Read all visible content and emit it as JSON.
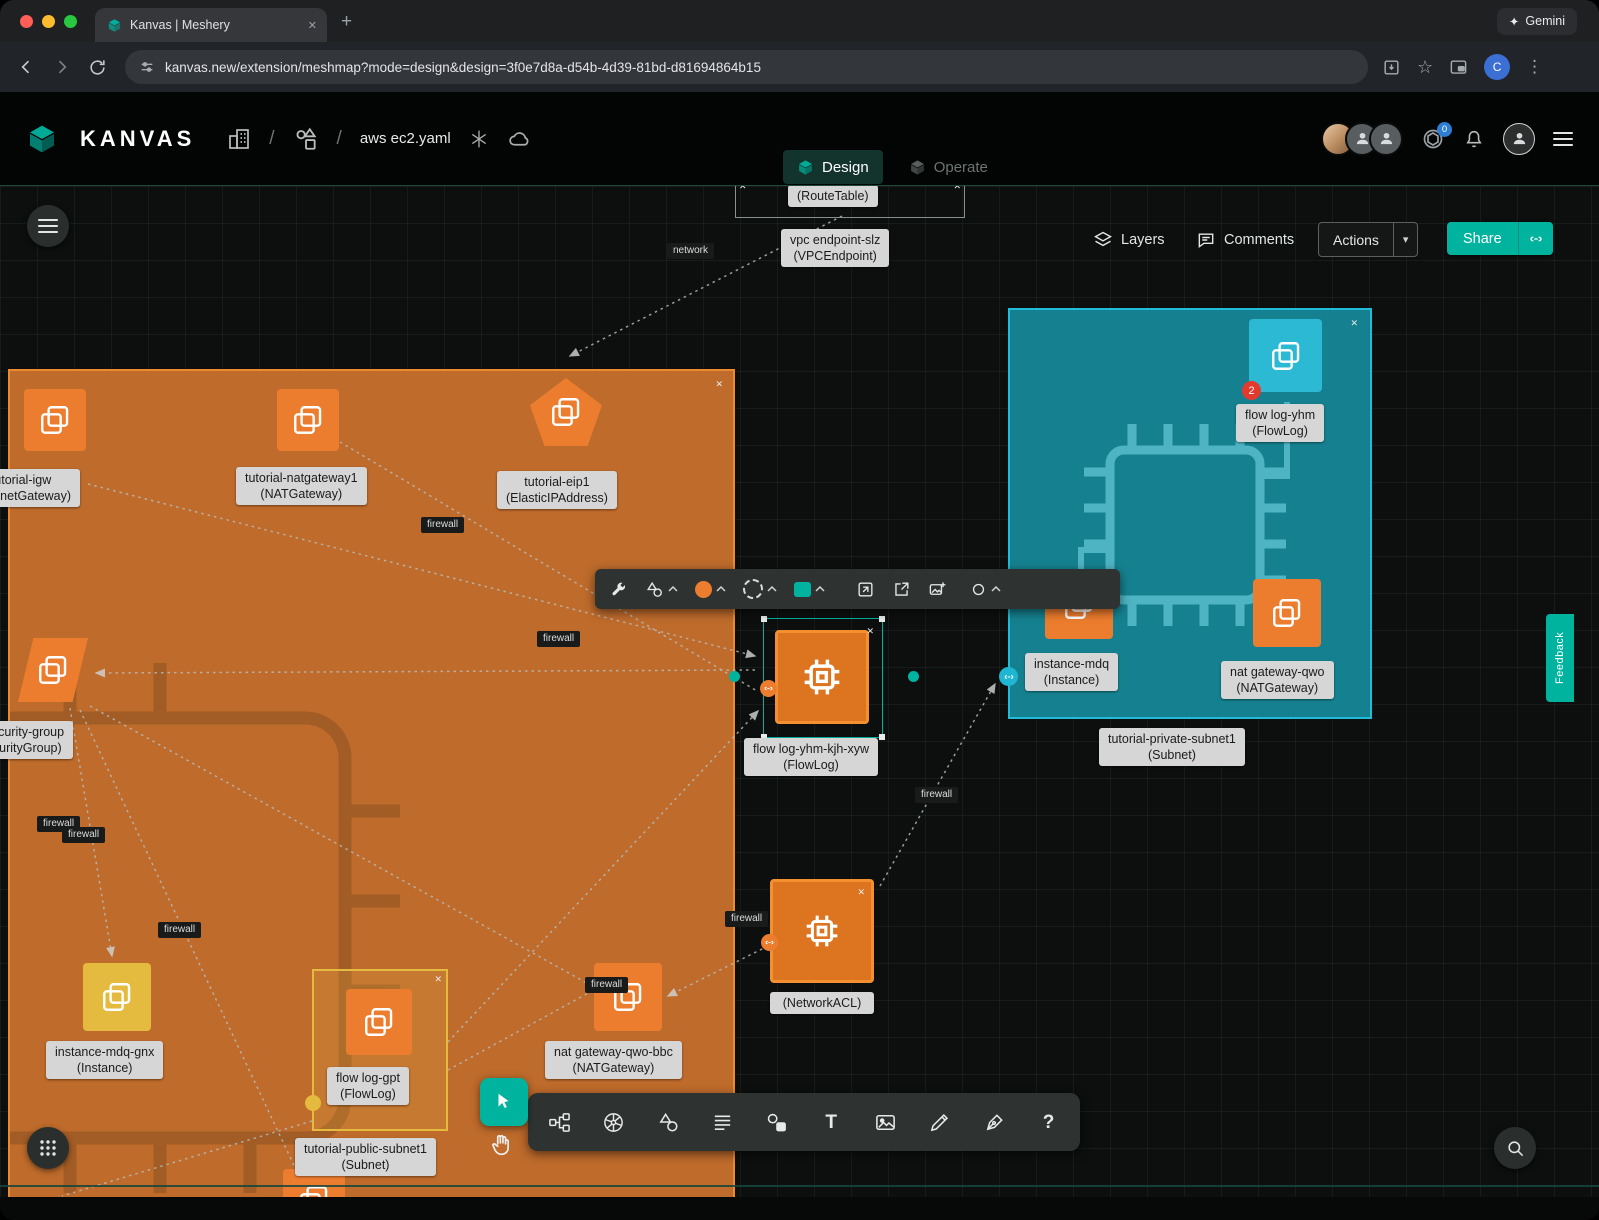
{
  "browser": {
    "tab_title": "Kanvas | Meshery",
    "new_tab_button": "+",
    "url": "kanvas.new/extension/meshmap?mode=design&design=3f0e7d8a-d54b-4d39-81bd-d81694864b15",
    "gemini_label": "Gemini",
    "profile_initial": "C"
  },
  "header": {
    "logo_text": "KANVAS",
    "breadcrumb_separator": "/",
    "file_name": "aws ec2.yaml",
    "badge_count": "0"
  },
  "mode_tabs": {
    "design_label": "Design",
    "operate_label": "Operate"
  },
  "canvas_controls": {
    "layers_label": "Layers",
    "comments_label": "Comments",
    "actions_label": "Actions",
    "share_label": "Share",
    "feedback_label": "Feedback"
  },
  "glyphs": {
    "close": "✕",
    "collapse": "✕",
    "caret_down": "▾",
    "sparkle": "✦",
    "text_tool": "T",
    "help": "?"
  },
  "nodes": [
    {
      "name": "route-table",
      "line1": "(RouteTable)",
      "line2": ""
    },
    {
      "name": "vpc-endpoint-slz",
      "line1": "vpc endpoint-slz",
      "line2": "(VPCEndpoint)"
    },
    {
      "name": "tutorial-igw",
      "line1": "tutorial-igw",
      "line2": "(InternetGateway)"
    },
    {
      "name": "tutorial-natgateway1",
      "line1": "tutorial-natgateway1",
      "line2": "(NATGateway)"
    },
    {
      "name": "tutorial-eip1",
      "line1": "tutorial-eip1",
      "line2": "(ElasticIPAddress)"
    },
    {
      "name": "al-security-group",
      "line1": "al-security-group",
      "line2": "(SecurityGroup)"
    },
    {
      "name": "instance-mdq-gnx",
      "line1": "instance-mdq-gnx",
      "line2": "(Instance)"
    },
    {
      "name": "flow-log-gpt",
      "line1": "flow log-gpt",
      "line2": "(FlowLog)"
    },
    {
      "name": "tutorial-public-subnet1",
      "line1": "tutorial-public-subnet1",
      "line2": "(Subnet)"
    },
    {
      "name": "nat-gateway-qwo-bbc",
      "line1": "nat gateway-qwo-bbc",
      "line2": "(NATGateway)"
    },
    {
      "name": "flow-log-yhm",
      "line1": "flow log-yhm",
      "line2": "(FlowLog)",
      "badge": "2"
    },
    {
      "name": "instance-mdq",
      "line1": "instance-mdq",
      "line2": "(Instance)"
    },
    {
      "name": "nat-gateway-qwo",
      "line1": "nat gateway-qwo",
      "line2": "(NATGateway)"
    },
    {
      "name": "tutorial-private-subnet1",
      "line1": "tutorial-private-subnet1",
      "line2": "(Subnet)"
    },
    {
      "name": "flow-log-yhm-kjh-xyw",
      "line1": "flow log-yhm-kjh-xyw",
      "line2": "(FlowLog)"
    },
    {
      "name": "network-acl",
      "line1": "(NetworkACL)",
      "line2": ""
    }
  ],
  "edge_labels": [
    {
      "text": "network"
    },
    {
      "text": "firewall"
    },
    {
      "text": "firewall"
    },
    {
      "text": "firewall"
    },
    {
      "text": "firewall"
    },
    {
      "text": "firewall"
    },
    {
      "text": "firewall"
    },
    {
      "text": "firewall"
    },
    {
      "text": "firewall"
    }
  ],
  "icons": {
    "floating_toolbar": [
      "wrench-icon",
      "shape-style-icon",
      "fill-color-icon",
      "border-style-icon",
      "swatch-icon",
      "resize-icon",
      "open-in-new-icon",
      "add-image-icon",
      "lens-icon"
    ],
    "bottom_toolbar": [
      "select-cursor-icon",
      "pan-hand-icon",
      "flow-icon",
      "kubernetes-icon",
      "shapes-icon",
      "notes-icon",
      "cards-icon",
      "text-icon",
      "media-icon",
      "pencil-icon",
      "pen-icon",
      "help-icon"
    ]
  },
  "colors": {
    "accent_teal": "#00B39F",
    "orange": "#ED7D2E",
    "orange_region": "#BE6B2B",
    "orange_border": "#ED8A2F",
    "teal_region": "#15808F",
    "teal_border": "#22BCD8",
    "cyan_icon": "#2CB9D4",
    "yellow": "#E5BB3F",
    "badge_red": "#E23B2E",
    "label_bg": "#D6D6D6"
  }
}
